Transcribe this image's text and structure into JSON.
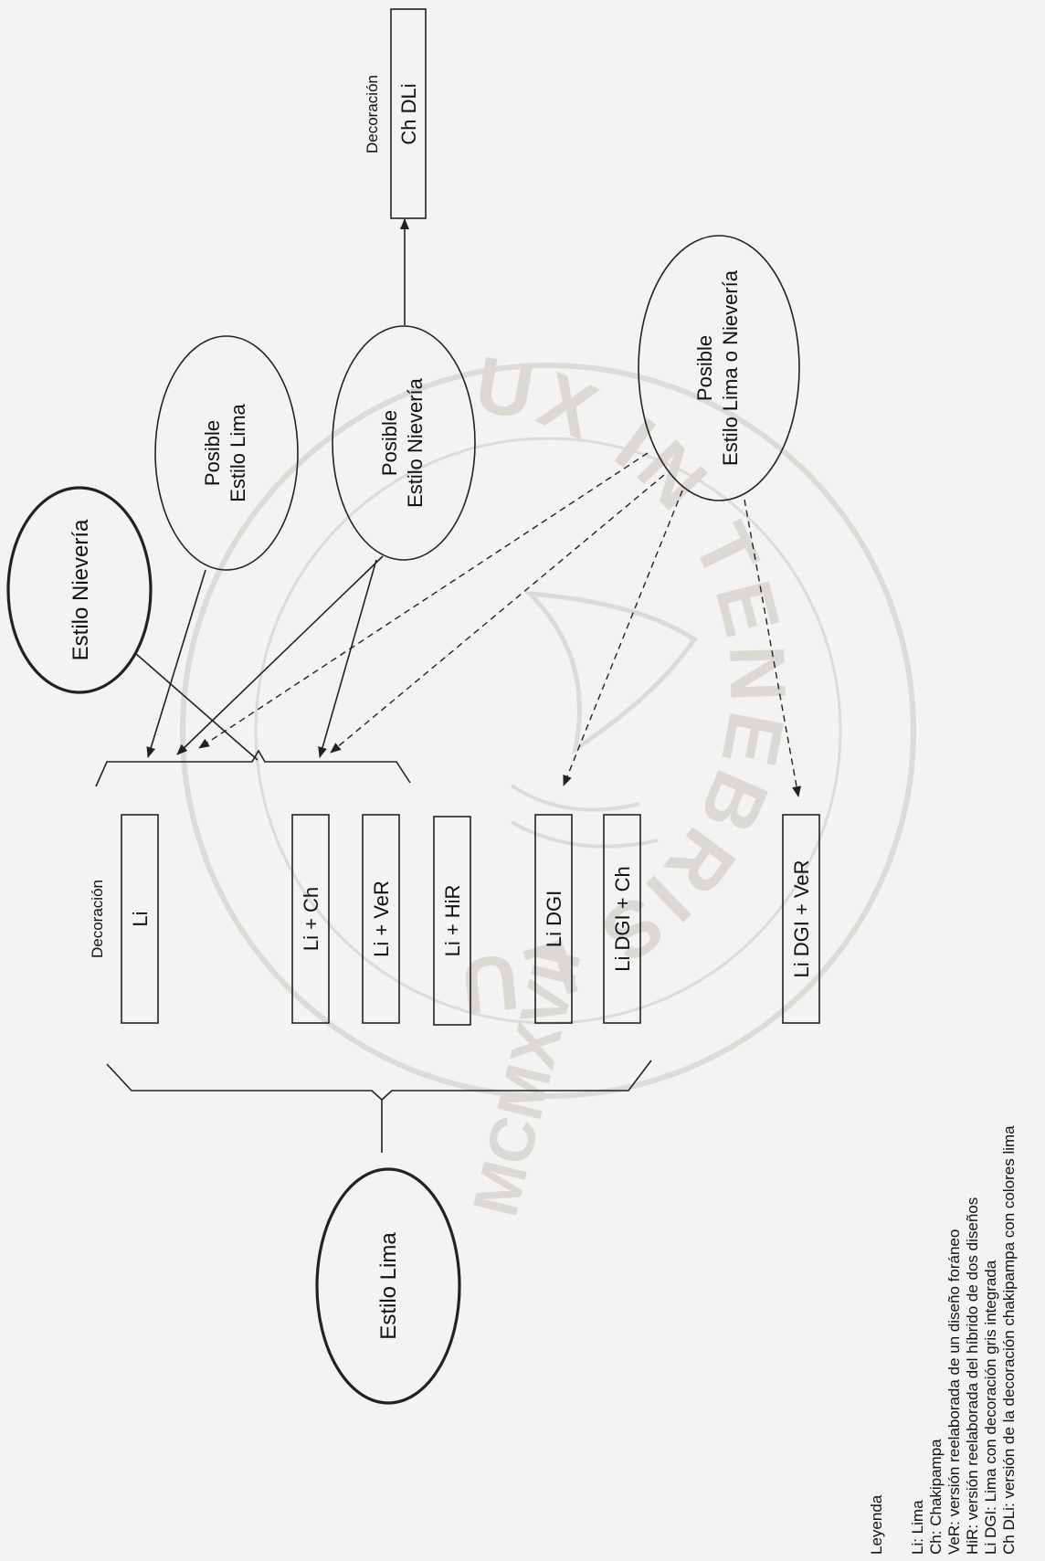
{
  "ovals": {
    "estilo_nieveria": "Estilo Nievería",
    "posible_lima": [
      "Posible",
      "Estilo Lima"
    ],
    "posible_nieveria": [
      "Posible",
      "Estilo Nievería"
    ],
    "posible_lima_o_nieveria": [
      "Posible",
      "Estilo Lima o Nievería"
    ],
    "estilo_lima": "Estilo Lima"
  },
  "decoration_label_top": "Decoración",
  "decoration_box_top": "Ch DLi",
  "decoration_label_main": "Decoración",
  "boxes": [
    "Li",
    "Li + Ch",
    "Li + VeR",
    "Li + HiR",
    "Li DGI",
    "Li DGI + Ch",
    "Li DGI + VeR"
  ],
  "legend": {
    "title": "Leyenda",
    "items": [
      "Li: Lima",
      "Ch: Chakipampa",
      "VeR: versión reelaborada de un diseño foráneo",
      "HiR: versión reelaborada del híbrido de dos diseños",
      "Li DGI: Lima con decoración gris integrada",
      "Ch DLi: versión de la decoración chakipampa con colores lima"
    ]
  },
  "watermark": {
    "motto": "ET LUX IN TENEBRIS LUCET",
    "year": "MCMXVII"
  },
  "colors": {
    "background": "#f3f3f3",
    "lines": "#222222",
    "watermark": "#dcd8d4"
  }
}
